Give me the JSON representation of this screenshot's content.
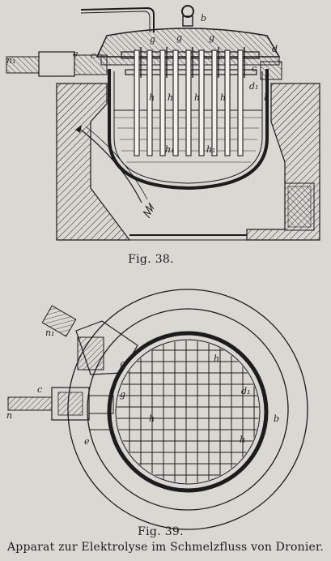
{
  "figures": {
    "fig38": {
      "label": "Fig. 38."
    },
    "fig39": {
      "label": "Fig. 39."
    }
  },
  "caption": "Apparat zur Elektrolyse im Schmelzfluss von Dronier.",
  "fig38_letters": {
    "n1": "n₁",
    "e": "e",
    "c": "c",
    "g1": "g",
    "g2": "g",
    "g3": "g",
    "b": "b",
    "d": "d",
    "c2": "c",
    "d1": "d₁",
    "h1": "h",
    "h2": "h",
    "h3": "h",
    "h4": "h",
    "h5": "h",
    "hh1": "h₁",
    "hh2": "h₁"
  },
  "fig39_letters": {
    "n1": "n₁",
    "n": "n",
    "c": "c",
    "g1": "g",
    "g2": "g",
    "h1": "h",
    "h2": "h",
    "h3": "h",
    "d1": "d₁",
    "b": "b",
    "e": "e"
  },
  "colors": {
    "paper": "#d9d8d2",
    "ink": "#1c1c1c"
  }
}
